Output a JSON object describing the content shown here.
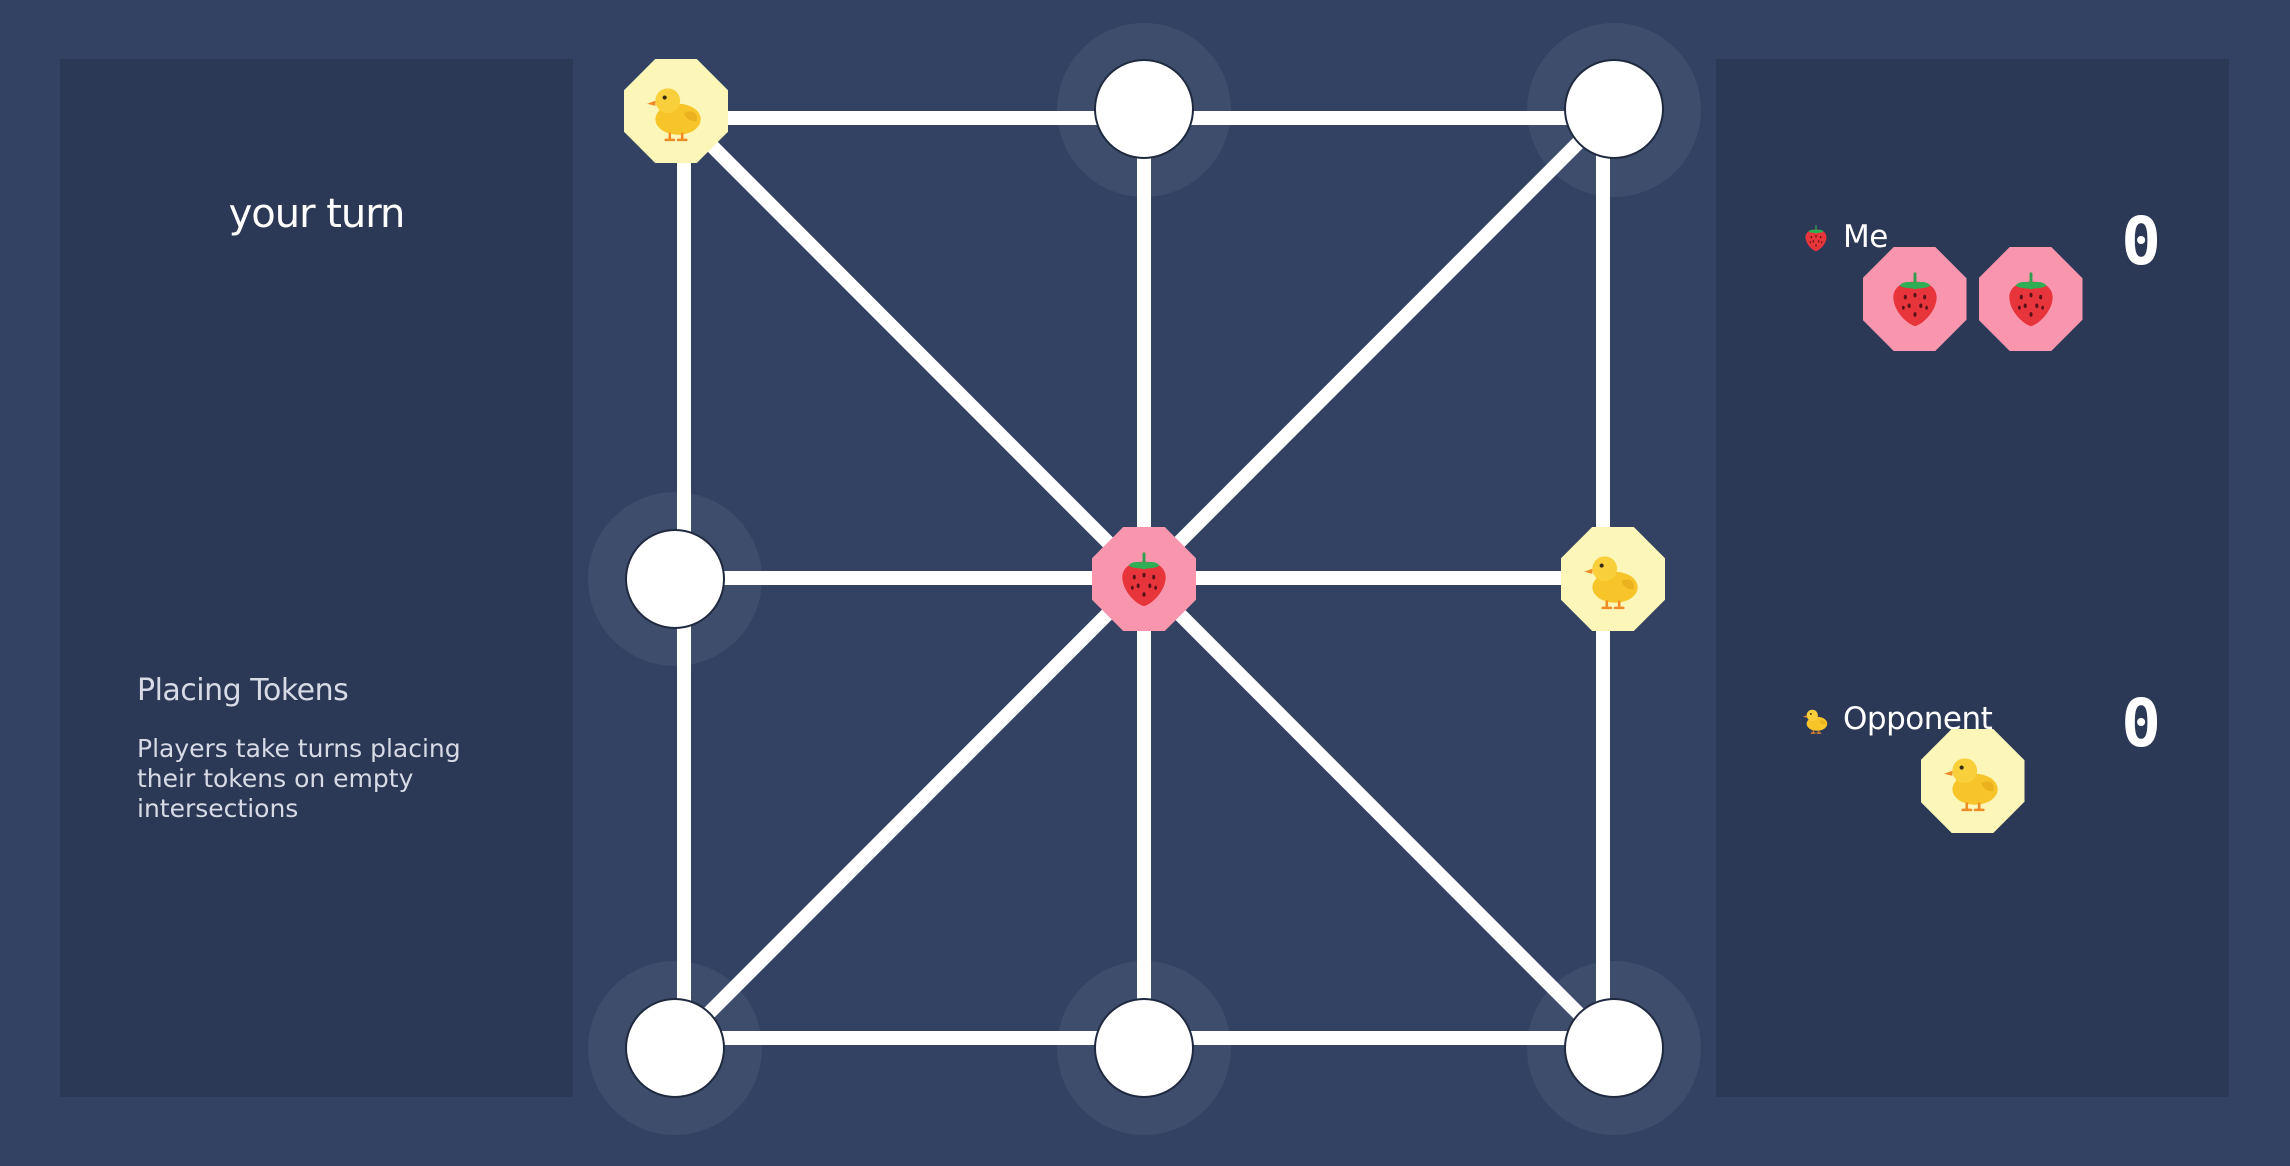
{
  "status": {
    "turn_label": "your turn",
    "phase_title": "Placing Tokens",
    "phase_description": "Players take turns placing their tokens on empty intersections"
  },
  "players": {
    "me": {
      "name": "Me",
      "score": "0",
      "icon": "strawberry-icon",
      "reserve_tokens": 2
    },
    "opponent": {
      "name": "Opponent",
      "score": "0",
      "icon": "chick-icon",
      "reserve_tokens": 1
    }
  },
  "board": {
    "intersections": [
      {
        "id": "top-left",
        "occupant": "chick"
      },
      {
        "id": "top-center",
        "occupant": null
      },
      {
        "id": "top-right",
        "occupant": null
      },
      {
        "id": "middle-left",
        "occupant": null
      },
      {
        "id": "center",
        "occupant": "strawberry"
      },
      {
        "id": "middle-right",
        "occupant": "chick"
      },
      {
        "id": "bottom-left",
        "occupant": null
      },
      {
        "id": "bottom-center",
        "occupant": null
      },
      {
        "id": "bottom-right",
        "occupant": null
      }
    ],
    "highlighted_empty": [
      "top-center",
      "top-right",
      "middle-left",
      "bottom-left",
      "bottom-center",
      "bottom-right"
    ]
  },
  "colors": {
    "background": "#334263",
    "panel": "#2b3856",
    "line": "#ffffff",
    "strawberry_token": "#f996ad",
    "chick_token": "#fcf6b8"
  }
}
